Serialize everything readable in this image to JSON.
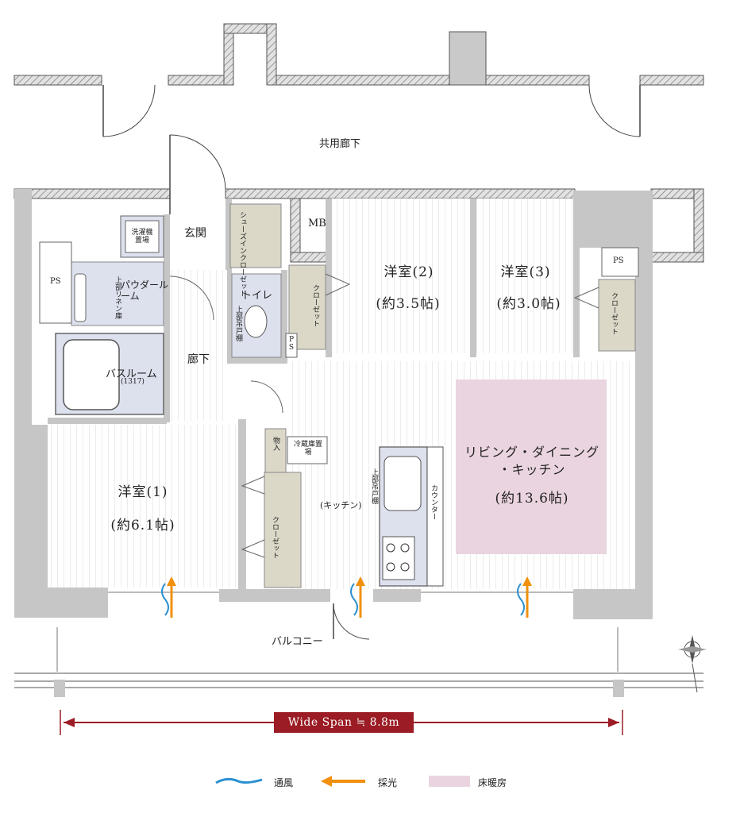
{
  "corridor": "共用廊下",
  "entrance": "玄関",
  "shoe_closet": "シューズインクローゼット",
  "mb": "MB",
  "ps_left": "PS",
  "ps_right": "PS",
  "ps_small": "PS",
  "washer": "洗濯機置場",
  "powder_room": "パウダールーム",
  "linen": "上部リネン庫",
  "toilet": "トイレ",
  "toilet_shelf": "上部吊戸棚",
  "hallway": "廊下",
  "bathroom": "バスルーム",
  "bath_size": "(1317)",
  "room2": {
    "name": "洋室(2)",
    "size": "(約3.5帖)"
  },
  "room3": {
    "name": "洋室(3)",
    "size": "(約3.0帖)"
  },
  "room1": {
    "name": "洋室(1)",
    "size": "(約6.1帖)"
  },
  "closet": "クローゼット",
  "storage": "物入",
  "fridge": "冷蔵庫置場",
  "kitchen": "(キッチン)",
  "kitchen_shelf": "上部吊戸棚",
  "counter": "カウンター",
  "ldk": {
    "line1": "リビング・ダイニング",
    "line2": "・キッチン",
    "size": "(約13.6帖)"
  },
  "balcony": "バルコニー",
  "wide_span": "Wide Span ≒ 8.8m",
  "legend": {
    "wind": "通風",
    "light": "採光",
    "floor_heating": "床暖房"
  },
  "colors": {
    "wall": "#c6c6c6",
    "closet": "#dcd8c8",
    "wet": "#dde1ee",
    "floor_heating": "#ead4df",
    "span_red": "#9b1c24",
    "wind_blue": "#2a8fd0",
    "light_orange": "#f0900c"
  }
}
